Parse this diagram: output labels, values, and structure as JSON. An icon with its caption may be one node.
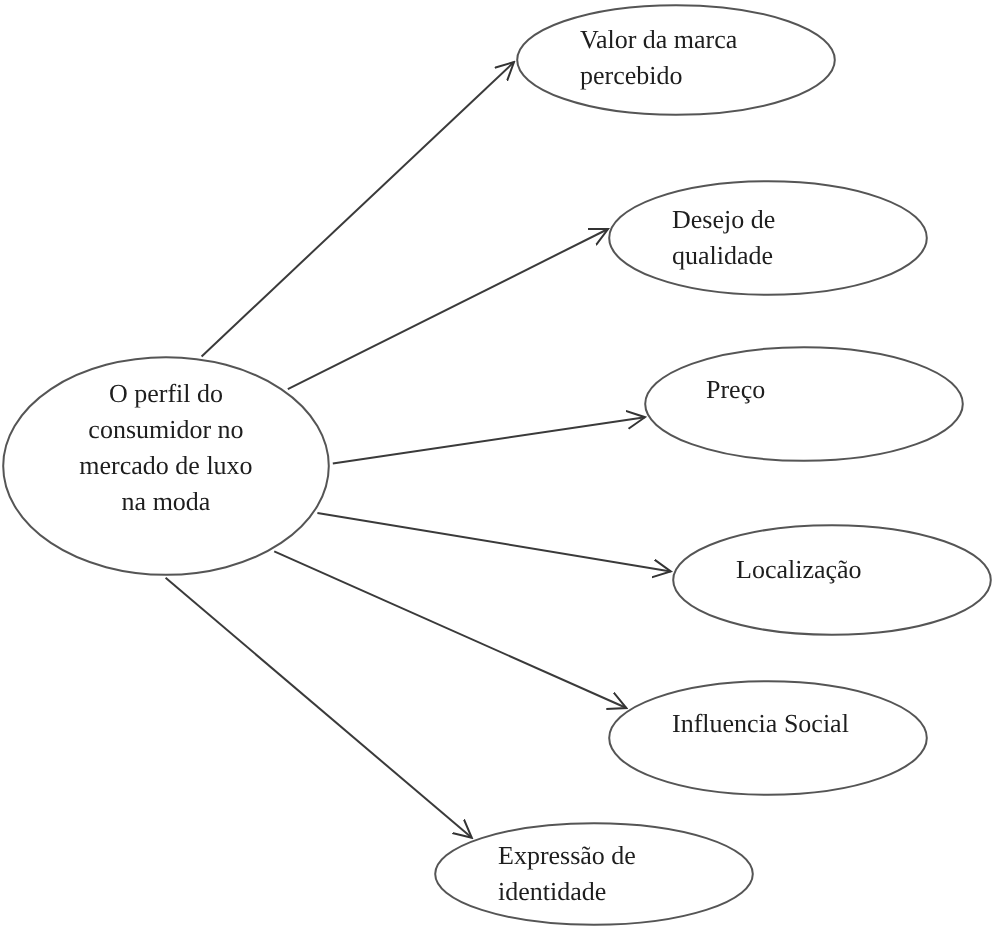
{
  "diagram": {
    "nodes": [
      {
        "text": [
          "O perfil do consumidor no mercado de luxo na moda"
        ]
      },
      {
        "text": [
          "Valor da marca percebido"
        ]
      },
      {
        "text": [
          "Desejo de qualidade"
        ]
      },
      {
        "text": [
          "Preço"
        ]
      },
      {
        "text": [
          "Localização"
        ]
      },
      {
        "text": [
          "Influencia Social"
        ]
      },
      {
        "text": [
          "Expressão de identidade"
        ]
      }
    ],
    "edges": [
      {
        "from": 0,
        "to": 1,
        "arrow": "to"
      },
      {
        "from": 0,
        "to": 2,
        "arrow": "to"
      },
      {
        "from": 0,
        "to": 3,
        "arrow": "to"
      },
      {
        "from": 0,
        "to": 4,
        "arrow": "to"
      },
      {
        "from": 0,
        "to": 5,
        "arrow": "to"
      },
      {
        "from": 0,
        "to": 6,
        "arrow": "to"
      }
    ]
  }
}
